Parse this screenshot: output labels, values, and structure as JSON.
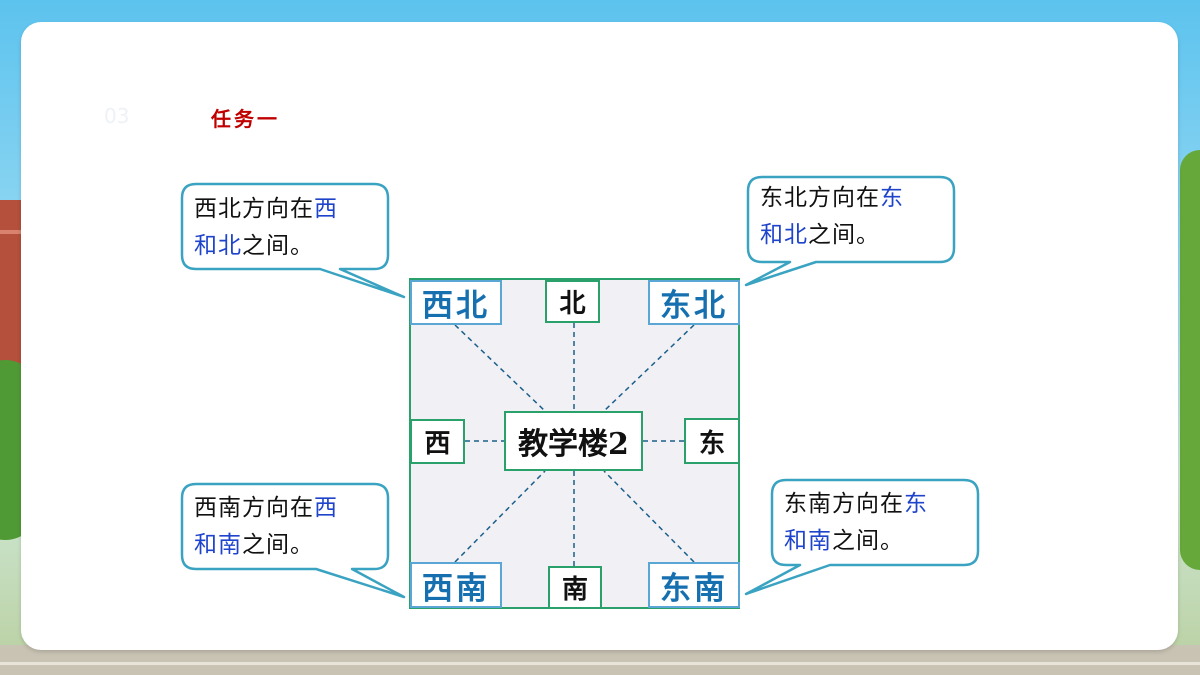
{
  "header": {
    "slide_number": "03",
    "task_title": "任务一"
  },
  "center": {
    "label": "教学楼2"
  },
  "directions": {
    "north": "北",
    "south": "南",
    "east": "东",
    "west": "西",
    "northwest": "西北",
    "northeast": "东北",
    "southwest": "西南",
    "southeast": "东南"
  },
  "bubbles": {
    "northwest": {
      "pre": "西北方向在",
      "a": "西",
      "conj": "和",
      "b": "北",
      "post": "之间。"
    },
    "northeast": {
      "pre": "东北方向在",
      "a": "东",
      "conj": "和",
      "b": "北",
      "post": "之间。"
    },
    "southwest": {
      "pre": "西南方向在",
      "a": "西",
      "conj": "和",
      "b": "南",
      "post": "之间。"
    },
    "southeast": {
      "pre": "东南方向在",
      "a": "东",
      "conj": "和",
      "b": "南",
      "post": "之间。"
    }
  },
  "colors": {
    "highlight": "#1f44cc",
    "border_green": "#2aa06a",
    "border_blue": "#5aa7d6",
    "diag_text": "#1670b0",
    "title_red": "#c00000",
    "bubble_border": "#3aa3c2",
    "grid_fill": "#f1f0f5"
  }
}
